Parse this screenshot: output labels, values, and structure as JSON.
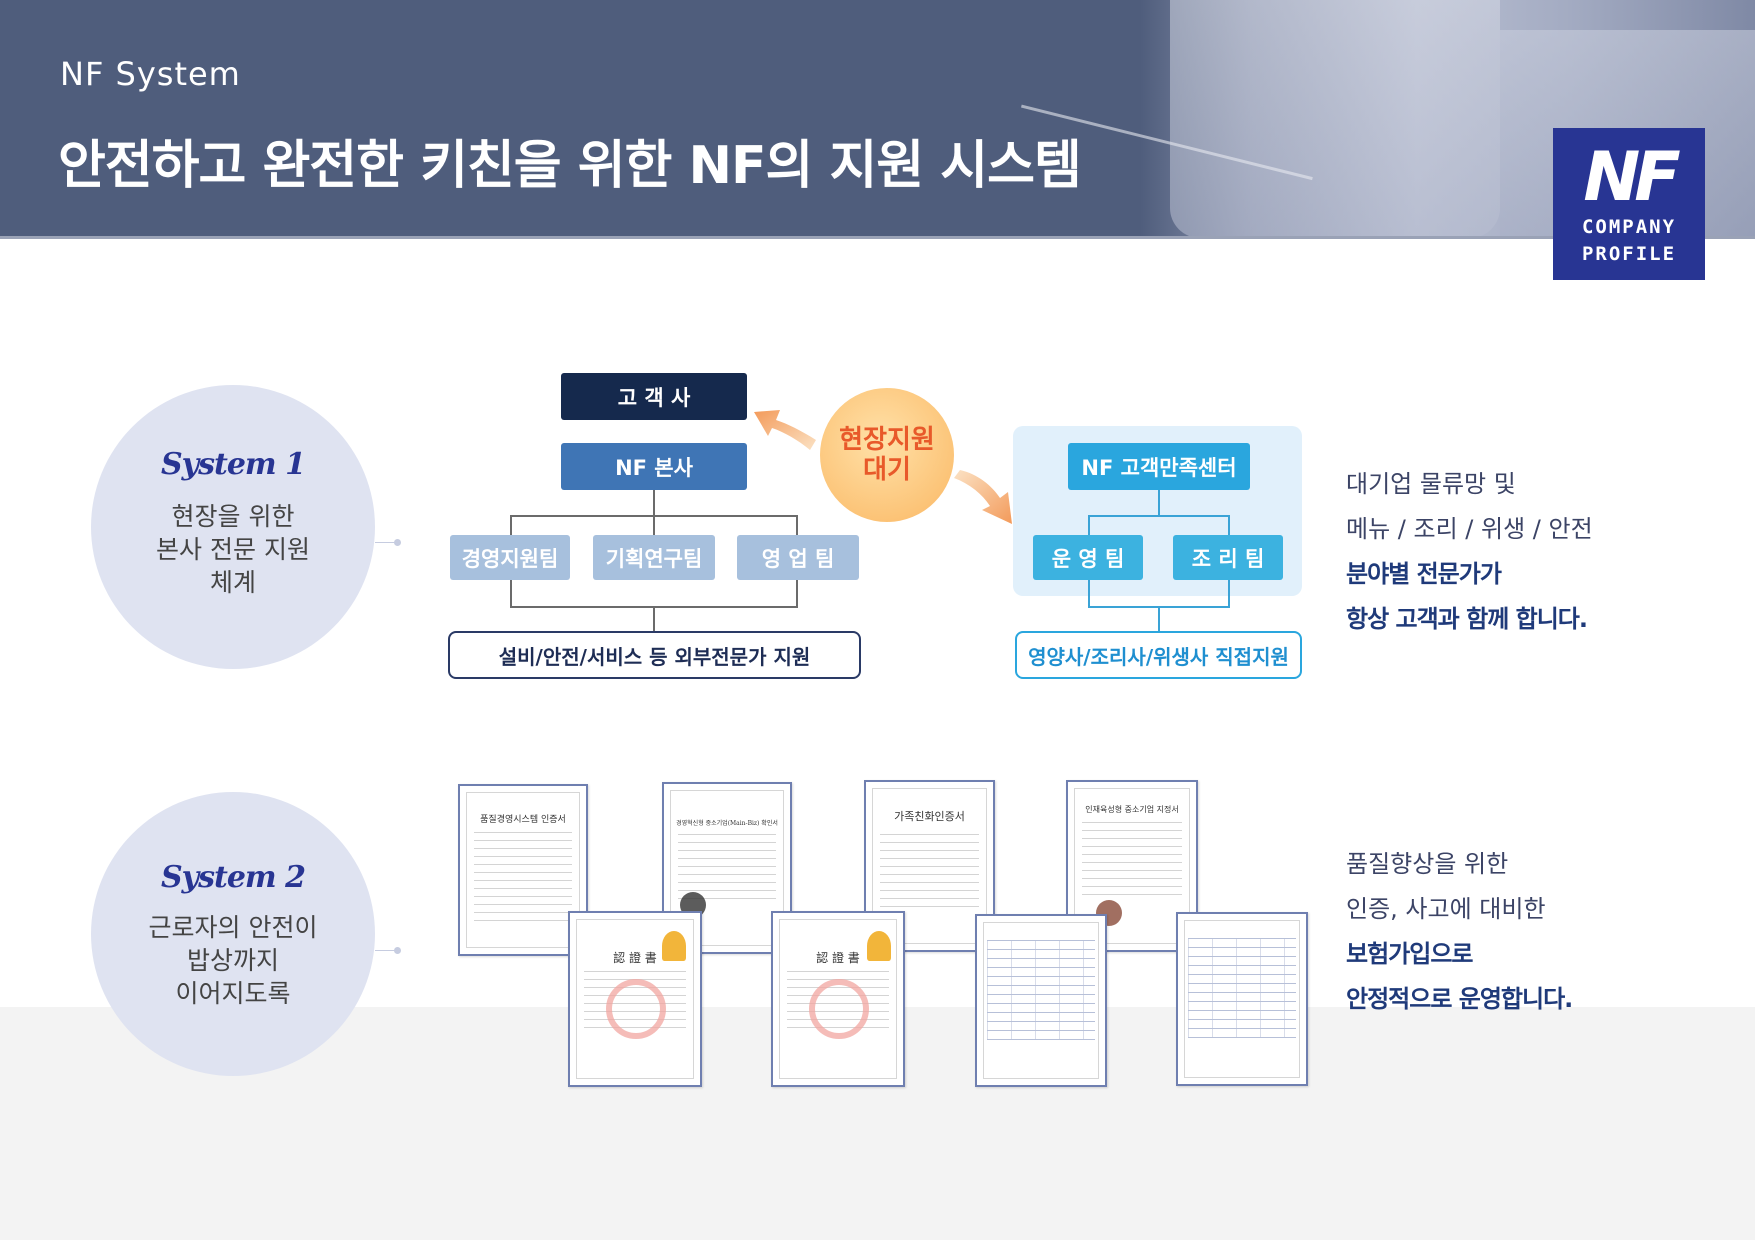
{
  "header": {
    "kicker": "NF System",
    "title": "안전하고 완전한 키친을 위한 NF의 지원 시스템"
  },
  "logo": {
    "mark": "NF",
    "line1": "COMPANY",
    "line2": "PROFILE"
  },
  "system1": {
    "label": "System 1",
    "desc_lines": [
      "현장을 위한",
      "본사 전문 지원",
      "체계"
    ]
  },
  "system2": {
    "label": "System 2",
    "desc_lines": [
      "근로자의 안전이",
      "밥상까지",
      "이어지도록"
    ]
  },
  "org": {
    "client": "고 객 사",
    "hq": "NF 본사",
    "teams": [
      "경영지원팀",
      "기획연구팀",
      "영 업 팀"
    ],
    "external": "설비/안전/서비스 등 외부전문가 지원",
    "standby": "현장지원\n대기",
    "center": "NF 고객만족센터",
    "center_teams": [
      "운 영 팀",
      "조 리 팀"
    ],
    "direct": "영양사/조리사/위생사 직접지원"
  },
  "side1": {
    "lines": [
      "대기업 물류망 및",
      "메뉴 / 조리 / 위생 / 안전"
    ],
    "bold_lines": [
      "분야별 전문가가",
      "항상 고객과 함께 합니다."
    ]
  },
  "side2": {
    "lines": [
      "품질향상을 위한",
      "인증, 사고에 대비한"
    ],
    "bold_lines": [
      "보험가입으로",
      "안정적으로 운영합니다."
    ]
  },
  "documents": {
    "doc1_title": "품질경영시스템 인증서",
    "doc2_title": "경영혁신형 중소기업(Main-Biz) 확인서",
    "doc3_title": "가족친화인증서",
    "doc4_title": "인재육성형 중소기업 지정서",
    "cert_title": "認 證 書"
  },
  "colors": {
    "header_bg": "#4f5d7c",
    "logo_bg": "#283593",
    "navy": "#15294d",
    "blue": "#3f75b5",
    "cyan": "#2aa6de",
    "accent_orange": "#e8592a"
  }
}
